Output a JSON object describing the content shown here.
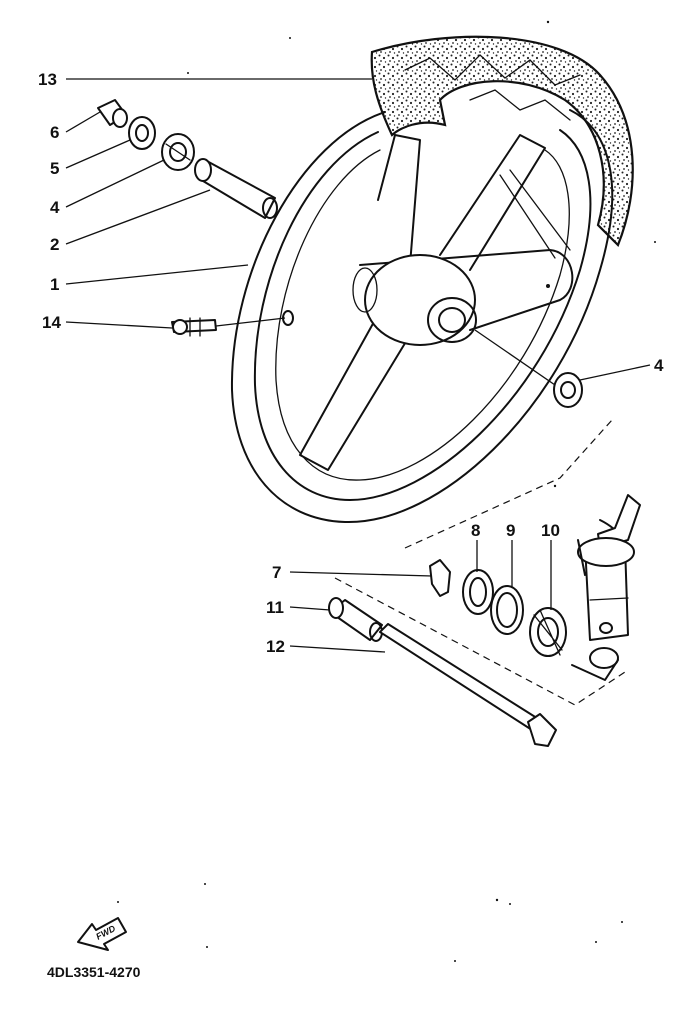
{
  "diagram": {
    "callouts": [
      {
        "id": "13",
        "label": "13"
      },
      {
        "id": "6",
        "label": "6"
      },
      {
        "id": "5",
        "label": "5"
      },
      {
        "id": "4a",
        "label": "4"
      },
      {
        "id": "2",
        "label": "2"
      },
      {
        "id": "1",
        "label": "1"
      },
      {
        "id": "14",
        "label": "14"
      },
      {
        "id": "4b",
        "label": "4"
      },
      {
        "id": "8",
        "label": "8"
      },
      {
        "id": "9",
        "label": "9"
      },
      {
        "id": "10",
        "label": "10"
      },
      {
        "id": "7",
        "label": "7"
      },
      {
        "id": "11",
        "label": "11"
      },
      {
        "id": "12",
        "label": "12"
      }
    ],
    "fwd_label": "FWD",
    "drawing_code": "4DL3351-4270"
  }
}
